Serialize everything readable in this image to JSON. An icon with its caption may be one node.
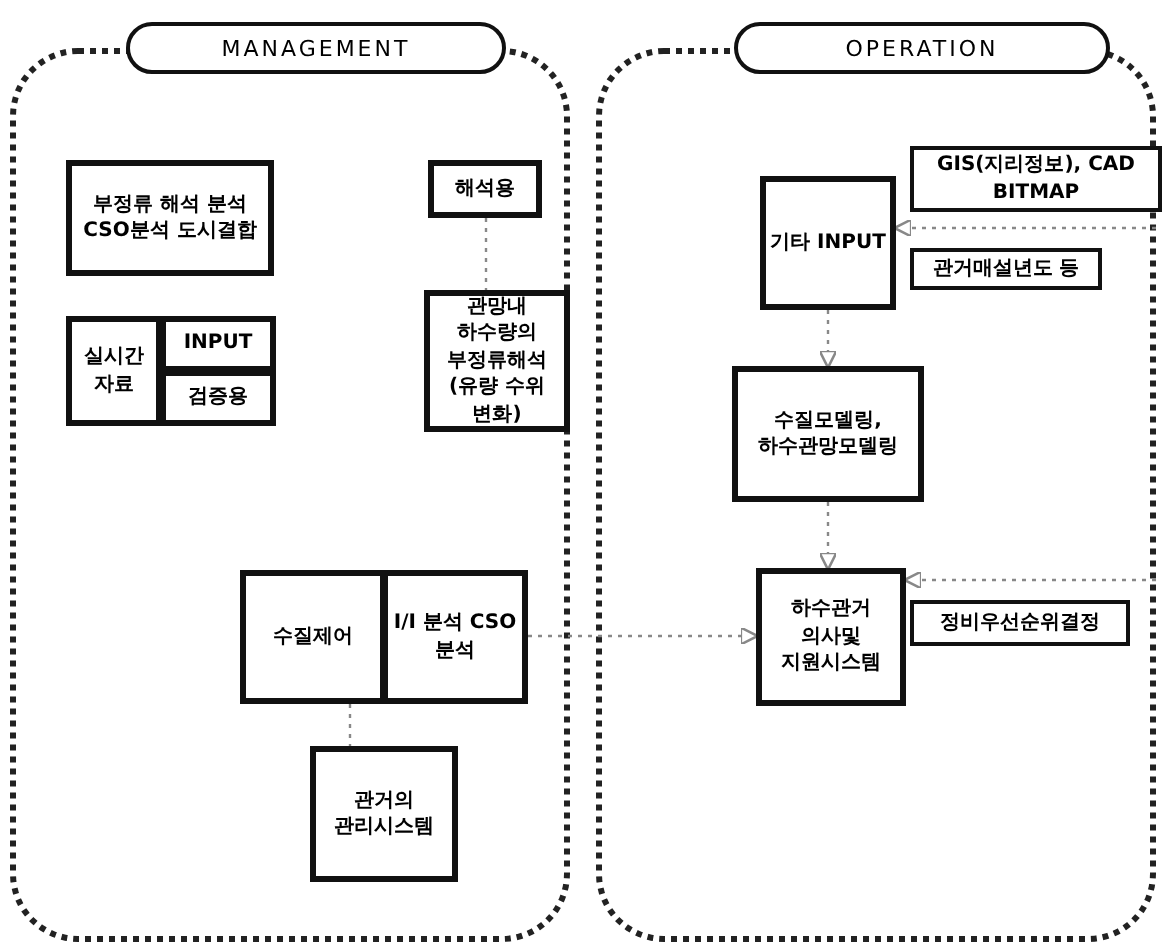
{
  "diagram": {
    "nodes": [
      {
        "text": [
          "MANAGEMENT"
        ]
      },
      {
        "text": [
          "부정류 해석 분석 CSO분석 도시결합"
        ],
        "in": 0
      },
      {
        "text": [
          "해석용"
        ],
        "in": 0
      },
      {
        "text": [
          "실시간 자료"
        ],
        "in": 0
      },
      {
        "text": [
          "INPUT"
        ],
        "in": 0
      },
      {
        "text": [
          "검증용"
        ],
        "in": 0
      },
      {
        "text": [
          "관망내 하수량의 부정류해석 (유량 수위 변화)"
        ],
        "in": 0
      },
      {
        "text": [
          "수질제어"
        ],
        "in": 0
      },
      {
        "text": [
          "I/I 분석 CSO 분석"
        ],
        "in": 0
      },
      {
        "text": [
          "관거의 관리시스템"
        ],
        "in": 0
      },
      {
        "text": [
          "OPERATION"
        ]
      },
      {
        "text": [
          "기타 INPUT"
        ],
        "in": 10
      },
      {
        "text": [
          "GIS(지리정보), CAD BITMAP"
        ],
        "in": 10
      },
      {
        "text": [
          "관거매설년도 등"
        ],
        "in": 10
      },
      {
        "text": [
          "수질모델링, 하수관망모델링"
        ],
        "in": 10
      },
      {
        "text": [
          "하수관거 의사및 지원시스템"
        ],
        "in": 10
      },
      {
        "text": [
          "정비우선순위결정"
        ],
        "in": 10
      }
    ],
    "edges": [
      {
        "from": null,
        "to": 11,
        "arrow": "to"
      },
      {
        "from": 11,
        "to": 14,
        "arrow": "to"
      },
      {
        "from": 14,
        "to": 15,
        "arrow": "to"
      },
      {
        "from": null,
        "to": 15,
        "arrow": "to"
      },
      {
        "from": 8,
        "to": 15,
        "arrow": "to"
      },
      {
        "from": 2,
        "to": 6,
        "arrow": "none"
      },
      {
        "from": 7,
        "to": 9,
        "arrow": "none"
      }
    ]
  }
}
